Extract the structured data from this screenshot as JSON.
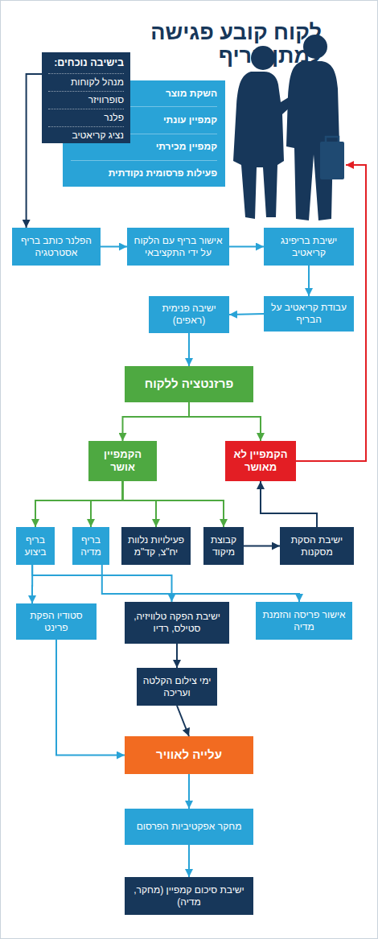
{
  "diagram": {
    "title": "לקוח קובע פגישה למתן בריף",
    "nodes": [
      {
        "text": [
          "בישיבה נוכחים:",
          "מנהל לקוחות",
          "סופרוויזר",
          "פלנר",
          "נציג קריאטיב"
        ]
      },
      {
        "text": [
          "השקת מוצר",
          "קמפיין עונתי",
          "קמפיין מכירתי",
          "פעילות פרסומית נקודתית"
        ]
      },
      {
        "text": [
          "ישיבת בריפינג קריאטיב"
        ]
      },
      {
        "text": [
          "אישור בריף עם הלקוח על ידי התקציבאי"
        ]
      },
      {
        "text": [
          "הפלנר כותב בריף אסטרטגיה"
        ]
      },
      {
        "text": [
          "עבודת קריאטיב על הבריף"
        ]
      },
      {
        "text": [
          "ישיבה פנימית (ראפים)"
        ]
      },
      {
        "text": [
          "פרזנטציה ללקוח"
        ]
      },
      {
        "text": [
          "הקמפיין לא מאושר"
        ]
      },
      {
        "text": [
          "הקמפיין אושר"
        ]
      },
      {
        "text": [
          "ישיבת הסקת מסקנות"
        ]
      },
      {
        "text": [
          "קבוצת מיקוד"
        ]
      },
      {
        "text": [
          "פעילויות נלוות יח\"צ, קד\"מ"
        ]
      },
      {
        "text": [
          "בריף מדיה"
        ]
      },
      {
        "text": [
          "בריף ביצוע"
        ]
      },
      {
        "text": [
          "אישור פריסה והזמנת מדיה"
        ]
      },
      {
        "text": [
          "ישיבת הפקה טלוויזיה, סטילס, רדיו"
        ]
      },
      {
        "text": [
          "סטודיו הפקת פרינט"
        ]
      },
      {
        "text": [
          "ימי צילום הקלטה ועריכה"
        ]
      },
      {
        "text": [
          "עלייה לאוויר"
        ]
      },
      {
        "text": [
          "מחקר אפקטיביות הפרסום"
        ]
      },
      {
        "text": [
          "ישיבת סיכום קמפיין (מחקר, מדיה)"
        ]
      }
    ],
    "edges": [
      {
        "from": 0,
        "to": 4,
        "arrow": "to"
      },
      {
        "from": 4,
        "to": 3,
        "arrow": "to"
      },
      {
        "from": 3,
        "to": 2,
        "arrow": "to"
      },
      {
        "from": 2,
        "to": 5,
        "arrow": "to"
      },
      {
        "from": 5,
        "to": 6,
        "arrow": "to"
      },
      {
        "from": 6,
        "to": 7,
        "arrow": "to"
      },
      {
        "from": 7,
        "to": 9,
        "arrow": "to"
      },
      {
        "from": 7,
        "to": 8,
        "arrow": "to"
      },
      {
        "from": 9,
        "to": 14,
        "arrow": "to"
      },
      {
        "from": 9,
        "to": 13,
        "arrow": "to"
      },
      {
        "from": 9,
        "to": 12,
        "arrow": "to"
      },
      {
        "from": 9,
        "to": 11,
        "arrow": "to"
      },
      {
        "from": 11,
        "to": 10,
        "arrow": "to"
      },
      {
        "from": 10,
        "to": 8,
        "arrow": "to"
      },
      {
        "from": 14,
        "to": 17,
        "arrow": "to"
      },
      {
        "from": 14,
        "to": 16,
        "arrow": "to"
      },
      {
        "from": 13,
        "to": 15,
        "arrow": "to"
      },
      {
        "from": 16,
        "to": 18,
        "arrow": "to"
      },
      {
        "from": 18,
        "to": 19,
        "arrow": "to"
      },
      {
        "from": 17,
        "to": 19,
        "arrow": "to"
      },
      {
        "from": 19,
        "to": 20,
        "arrow": "to"
      },
      {
        "from": 20,
        "to": 21,
        "arrow": "to"
      }
    ]
  }
}
